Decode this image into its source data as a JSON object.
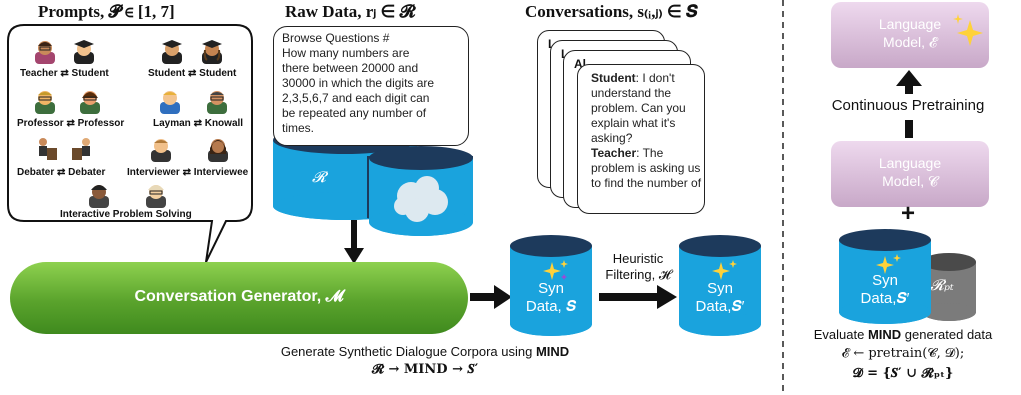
{
  "prompts": {
    "title": "Prompts, 𝓟 ∈ [1, 7]",
    "pairs": [
      "Teacher ⇄ Student",
      "Student ⇄ Student",
      "Professor ⇄ Professor",
      "Layman ⇄ Knowall",
      "Debater ⇄ Debater",
      "Interviewer ⇄ Interviewee",
      "Interactive Problem Solving"
    ]
  },
  "raw_data": {
    "title": "Raw Data, rⱼ ∈ 𝓡",
    "bubble_lines": [
      "Browse Questions #",
      "How many numbers are",
      "there between 20000 and",
      "30000 in which the digits are",
      "2,3,5,6,7 and each digit can",
      "be repeated any number of",
      "times."
    ],
    "cylinder_label": "𝓡"
  },
  "conversations": {
    "title": "Conversations, s₍ᵢ,ⱼ₎ ∈ 𝑺",
    "back_card_glyphs": [
      "L",
      "L",
      "Al"
    ],
    "speaker1": "Student",
    "speaker1_lines": [
      ": I don't",
      "understand the",
      "problem. Can you",
      "explain what it's",
      "asking?"
    ],
    "speaker2": "Teacher",
    "speaker2_lines": [
      ": The",
      "problem is asking us",
      "to find the number of"
    ]
  },
  "generator": {
    "label": "Conversation Generator, 𝓜"
  },
  "syn_data_1": {
    "line1": "Syn",
    "line2": "Data, 𝑺"
  },
  "filtering": {
    "line1": "Heuristic",
    "line2": "Filtering, 𝓗"
  },
  "syn_data_2": {
    "line1": "Syn",
    "line2": "Data,𝑺′"
  },
  "caption": {
    "line1_prefix": "Generate Synthetic Dialogue Corpora using ",
    "line1_bold": "MIND",
    "line2": "𝓡 → MIND → 𝑺′"
  },
  "right_panel": {
    "lm_top": {
      "line1": "Language",
      "line2": "Model, 𝓔"
    },
    "continuous": "Continuous Pretraining",
    "lm_bottom": {
      "line1": "Language",
      "line2": "Model, 𝓒"
    },
    "plus": "+",
    "syn_data": {
      "line1": "Syn",
      "line2": "Data,𝑺′"
    },
    "r_pt": "𝓡ₚₜ",
    "eval_prefix": "Evaluate ",
    "eval_bold": "MIND",
    "eval_suffix": " generated data",
    "formula1": "𝓔 ← pretrain(𝓒, 𝓓);",
    "formula2": "𝓓 = {𝑺′ ∪ 𝓡ₚₜ}"
  },
  "colors": {
    "cyan": "#1aa3dd",
    "navy": "#1d3a5c",
    "green": "#5aa32c",
    "lm_purple": "#d8b8d8"
  }
}
